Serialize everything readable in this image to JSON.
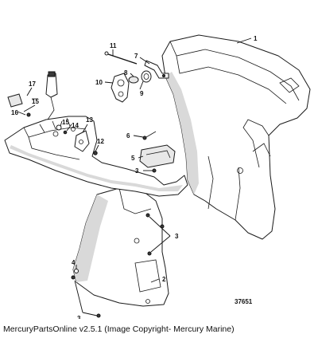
{
  "diagram": {
    "reference_number": "37651",
    "callouts": [
      {
        "id": "c1",
        "label": "1"
      },
      {
        "id": "c2",
        "label": "2"
      },
      {
        "id": "c3a",
        "label": "3"
      },
      {
        "id": "c3b",
        "label": "3"
      },
      {
        "id": "c3c",
        "label": "3"
      },
      {
        "id": "c4",
        "label": "4"
      },
      {
        "id": "c5",
        "label": "5"
      },
      {
        "id": "c6",
        "label": "6"
      },
      {
        "id": "c7",
        "label": "7"
      },
      {
        "id": "c8",
        "label": "8"
      },
      {
        "id": "c9",
        "label": "9"
      },
      {
        "id": "c10",
        "label": "10"
      },
      {
        "id": "c11",
        "label": "11"
      },
      {
        "id": "c12",
        "label": "12"
      },
      {
        "id": "c13",
        "label": "13"
      },
      {
        "id": "c14",
        "label": "14"
      },
      {
        "id": "c15a",
        "label": "15"
      },
      {
        "id": "c15b",
        "label": "15"
      },
      {
        "id": "c16",
        "label": "16"
      },
      {
        "id": "c17",
        "label": "17"
      }
    ]
  },
  "caption": "MercuryPartsOnline v2.5.1 (Image Copyright- Mercury Marine)"
}
